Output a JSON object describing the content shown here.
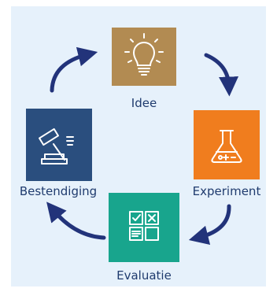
{
  "diagram": {
    "stages": [
      {
        "id": "idee",
        "label": "Idee",
        "color": "#b28b52"
      },
      {
        "id": "experiment",
        "label": "Experiment",
        "color": "#f07d1e"
      },
      {
        "id": "evaluatie",
        "label": "Evaluatie",
        "color": "#18a58d"
      },
      {
        "id": "bestendiging",
        "label": "Bestendiging",
        "color": "#2a4e7e"
      }
    ],
    "icons": [
      "lightbulb-icon",
      "flask-icon",
      "checklist-grid-icon",
      "gavel-icon"
    ],
    "arrow_color": "#22337a",
    "background": "#e6f1fb"
  }
}
